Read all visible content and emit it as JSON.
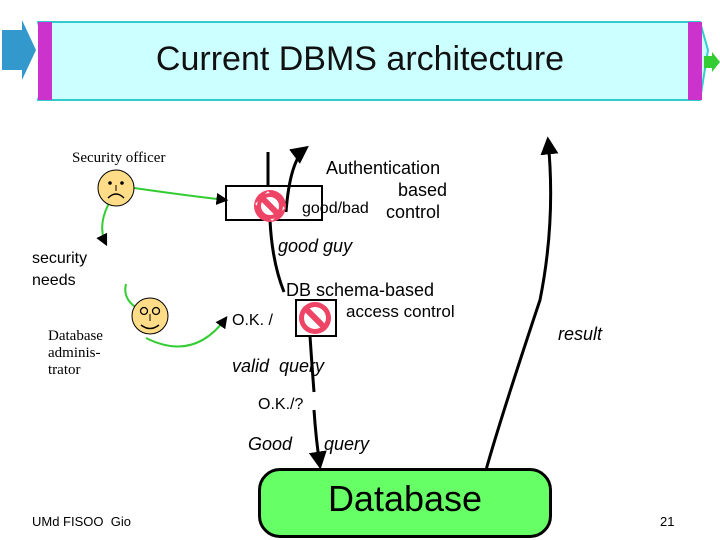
{
  "slide": {
    "title": "Current DBMS architecture",
    "footer": "UMd FISOO  Gio",
    "page_number": "21"
  },
  "people": {
    "security_officer": "Security officer",
    "dba": "Database\nadminis-\ntrator"
  },
  "labels": {
    "security_needs": "security\nneeds",
    "authentication": "Authentication",
    "based": "based",
    "good_bad": "good/bad",
    "control": "control",
    "good_guy": "good guy",
    "db_schema_based": "DB schema-based",
    "access_control": "access control",
    "ok_slash": "O.K. /",
    "result": "result",
    "valid_query": "valid  query",
    "ok_slash_q": "O.K./?",
    "good": "Good",
    "query": "query",
    "database": "Database"
  },
  "colors": {
    "banner": "#ccffff",
    "banner_edge": "#33cccc",
    "banner_accent": "#cc33cc",
    "stop_sign": "#ee4466",
    "database_fill": "#66ff66",
    "face_fill": "#ffdd88",
    "arrow_green": "#33cc33"
  },
  "icons": {
    "left_banner_arrow": "left-arrow-icon",
    "right_banner_arrow": "right-arrow-icon",
    "officer_face": "sad-face-icon",
    "dba_face": "surprised-face-icon",
    "stop": "no-entry-icon"
  }
}
